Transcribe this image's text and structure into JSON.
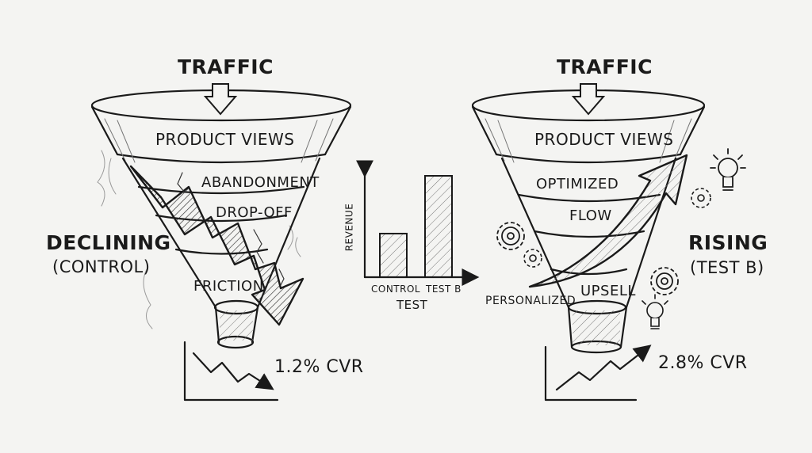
{
  "left_funnel": {
    "top_label": "TRAFFIC",
    "band_label": "PRODUCT VIEWS",
    "stages": [
      "ABANDONMENT",
      "DROP-OFF",
      "FRICTION"
    ],
    "title": "DECLINING",
    "subtitle": "(CONTROL)",
    "metric": "1.2% CVR"
  },
  "right_funnel": {
    "top_label": "TRAFFIC",
    "band_label": "PRODUCT VIEWS",
    "stages": [
      "OPTIMIZED",
      "FLOW",
      "UPSELL"
    ],
    "side_note": "PERSONALIZED",
    "title": "RISING",
    "subtitle": "(TEST B)",
    "metric": "2.8% CVR",
    "icons": [
      "gear-icon",
      "gear-icon",
      "gear-icon",
      "gear-icon",
      "lightbulb-icon",
      "lightbulb-icon"
    ]
  },
  "chart_data": {
    "type": "bar",
    "categories": [
      "CONTROL",
      "TEST B"
    ],
    "values": [
      0.43,
      1.0
    ],
    "xlabel": "TEST",
    "ylabel": "REVENUE"
  },
  "colors": {
    "ink": "#1a1a1a",
    "paper": "#f4f4f2",
    "shade": "#8a8a8a"
  }
}
